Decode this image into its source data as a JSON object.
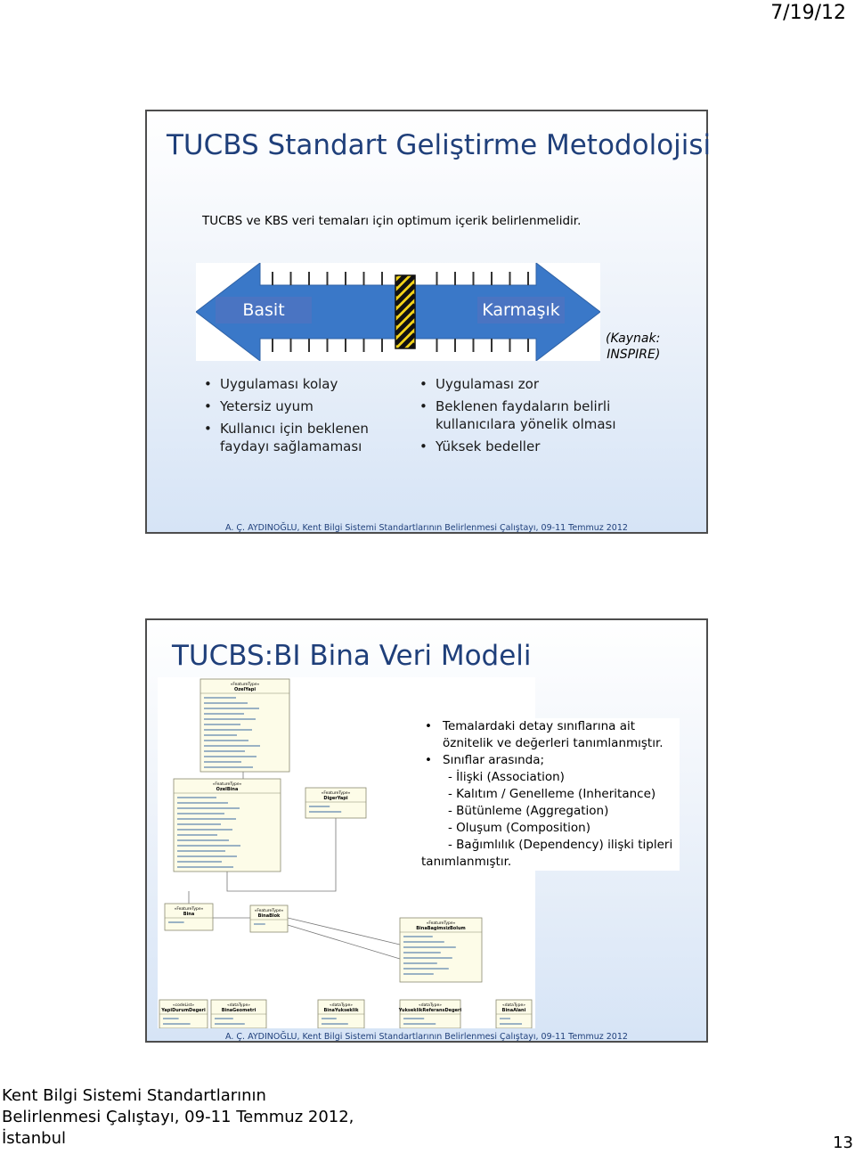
{
  "header": {
    "date": "7/19/12"
  },
  "slide1": {
    "title": "TUCBS Standart Geliştirme Metodolojisi",
    "subtitle": "TUCBS ve KBS veri temaları için optimum içerik belirlenmelidir.",
    "arrow": {
      "left_label": "Basit",
      "right_label": "Karmaşık"
    },
    "source": [
      "(Kaynak:",
      "INSPIRE)"
    ],
    "left_bullets": [
      "Uygulaması kolay",
      "Yetersiz uyum",
      "Kullanıcı için beklenen faydayı sağlamaması"
    ],
    "right_bullets": [
      "Uygulaması zor",
      "Beklenen faydaların belirli kullanıcılara yönelik olması",
      "Yüksek bedeller"
    ],
    "footer": "A. Ç. AYDINOĞLU, Kent Bilgi Sistemi Standartlarının Belirlenmesi Çalıştayı, 09-11 Temmuz 2012",
    "colors": {
      "title": "#1f3f7a",
      "arrow": "#3a78c8",
      "label_bg": "#4a74c2"
    }
  },
  "slide2": {
    "title": "TUCBS:BI Bina Veri Modeli",
    "bullets": [
      "Temalardaki detay sınıflarına ait öznitelik ve değerleri tanımlanmıştır.",
      "Sınıflar arasında;"
    ],
    "relations": [
      "- İlişki (Association)",
      "- Kalıtım / Genelleme (Inheritance)",
      "- Bütünleme (Aggregation)",
      "- Oluşum (Composition)",
      "- Bağımlılık (Dependency) ilişki tipleri"
    ],
    "tail": "tanımlanmıştır.",
    "footer": "A. Ç. AYDINOĞLU, Kent Bilgi Sistemi Standartlarının Belirlenmesi Çalıştayı, 09-11 Temmuz 2012",
    "uml": {
      "stereotype_feature": "«FeatureType»",
      "stereotype_datatype": "«dataType»",
      "stereotype_codelist": "«codeList»",
      "classes": [
        "OzelYapi",
        "OzelBina",
        "DigerYapi",
        "Bina",
        "BinaBlok",
        "BinaBagimsizBolum",
        "YapiDurumDegeri",
        "BinaGeometri",
        "BinaYukseklik",
        "YukseklikReferansDegeri",
        "BinaAlani"
      ]
    }
  },
  "page": {
    "bottom_lines": [
      "Kent Bilgi Sistemi Standartlarının",
      "Belirlenmesi Çalıştayı, 09-11 Temmuz 2012,",
      "İstanbul"
    ],
    "number": "13"
  }
}
